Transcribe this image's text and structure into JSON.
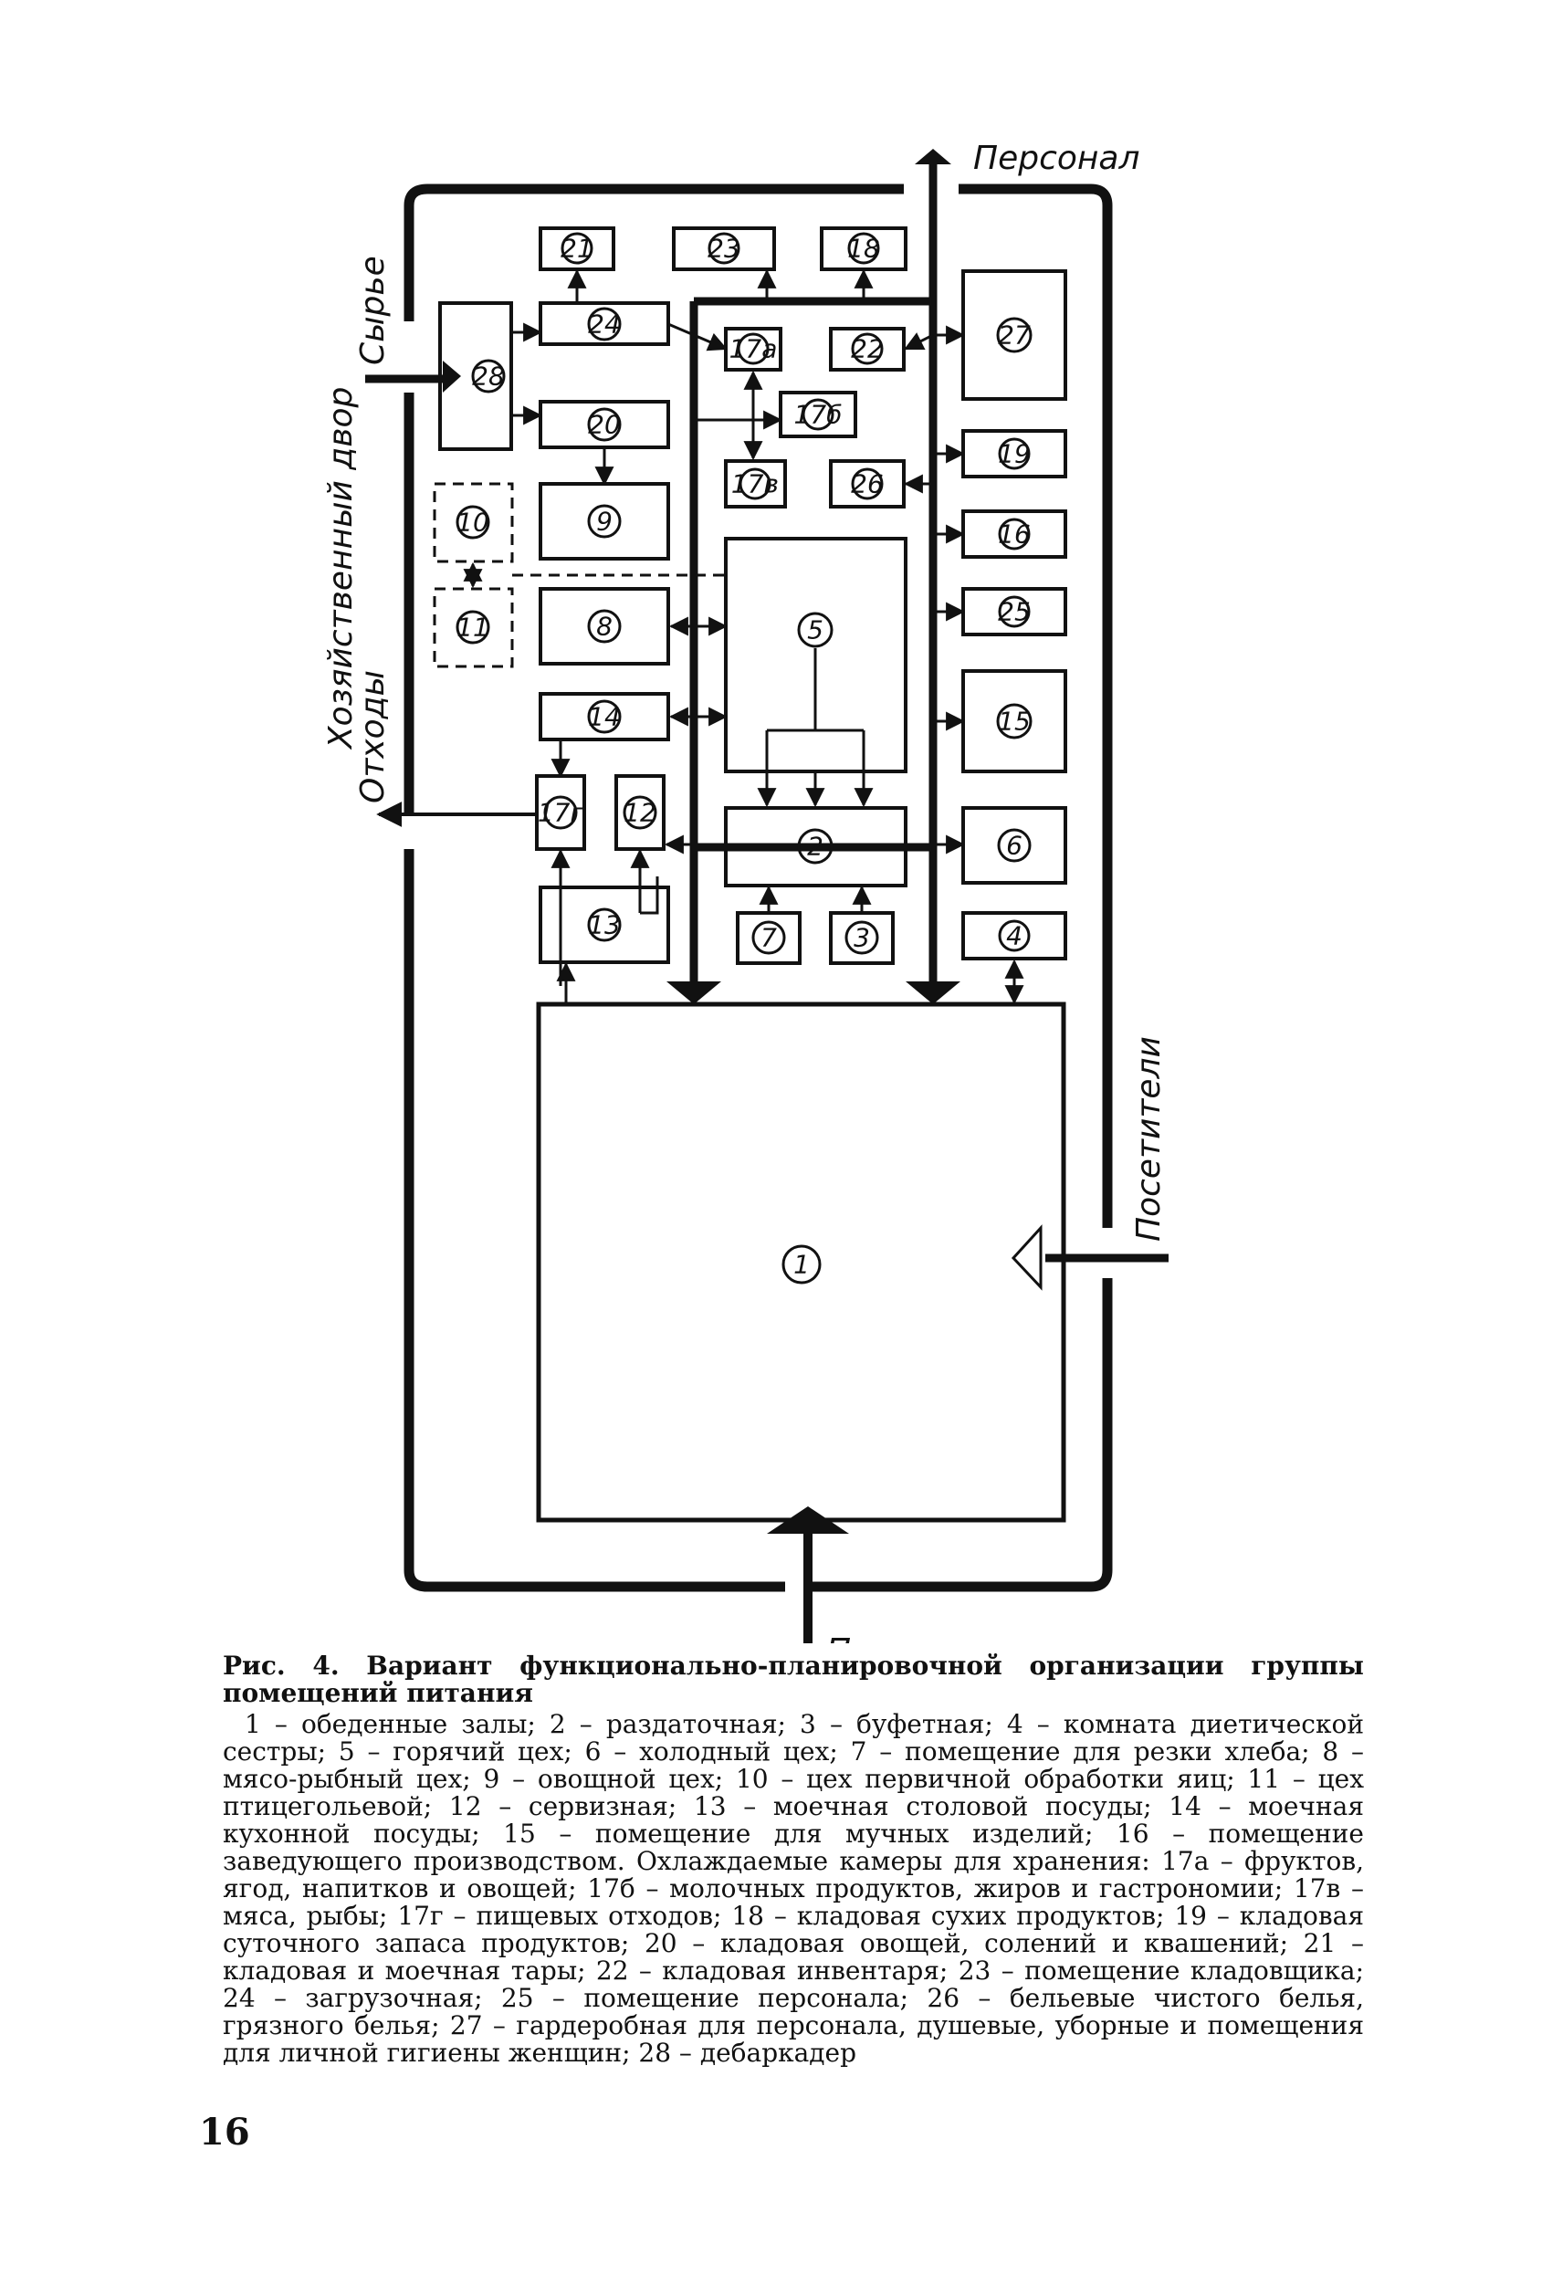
{
  "diagram": {
    "labels": {
      "staff": "Персонал",
      "raw": "Сырье",
      "yard": "Хозяйственный двор",
      "waste": "Отходы",
      "visitors_right": "Посетители",
      "visitors_bottom": "Посетители"
    },
    "rooms": {
      "r1": "1",
      "r2": "2",
      "r3": "3",
      "r4": "4",
      "r5": "5",
      "r6": "6",
      "r7": "7",
      "r8": "8",
      "r9": "9",
      "r10": "10",
      "r11": "11",
      "r12": "12",
      "r13": "13",
      "r14": "14",
      "r15": "15",
      "r16": "16",
      "r17a": "17а",
      "r17b": "17б",
      "r17v": "17в",
      "r17g": "17г",
      "r18": "18",
      "r19": "19",
      "r20": "20",
      "r21": "21",
      "r22": "22",
      "r23": "23",
      "r24": "24",
      "r25": "25",
      "r26": "26",
      "r27": "27",
      "r28": "28"
    }
  },
  "caption": {
    "title": "Рис. 4. Вариант функционально-планировочной организации группы помещений питания",
    "legend": "1 – обеденные залы; 2 – раздаточная; 3 – буфетная; 4 – комната диетической сестры; 5 – горячий цех; 6 – холодный цех; 7 – помещение для резки хлеба; 8 – мясо-рыбный цех; 9 – овощной цех; 10 – цех первичной обработки яиц; 11 – цех птицегольевой; 12 – сервизная; 13 – моечная столовой посуды; 14 – моечная кухонной посуды; 15 – помещение для мучных изделий; 16 – помещение заведующего производством. Охлаждаемые камеры для хранения: 17а – фруктов, ягод, напитков и овощей; 17б – молочных продуктов, жиров и гастрономии; 17в – мяса, рыбы; 17г – пищевых отходов; 18 – кладовая сухих продуктов; 19 – кладовая суточного запаса продуктов; 20 – кладовая овощей, солений и квашений; 21 – кладовая и моечная тары; 22 – кладовая инвентаря; 23 – помещение кладовщика; 24 – загрузочная; 25 – помещение персонала; 26 – бельевые чистого белья, грязного белья; 27 – гардеробная для персонала, душевые, уборные и помещения для личной гигиены женщин; 28 – дебаркадер"
  },
  "page_number": "16"
}
